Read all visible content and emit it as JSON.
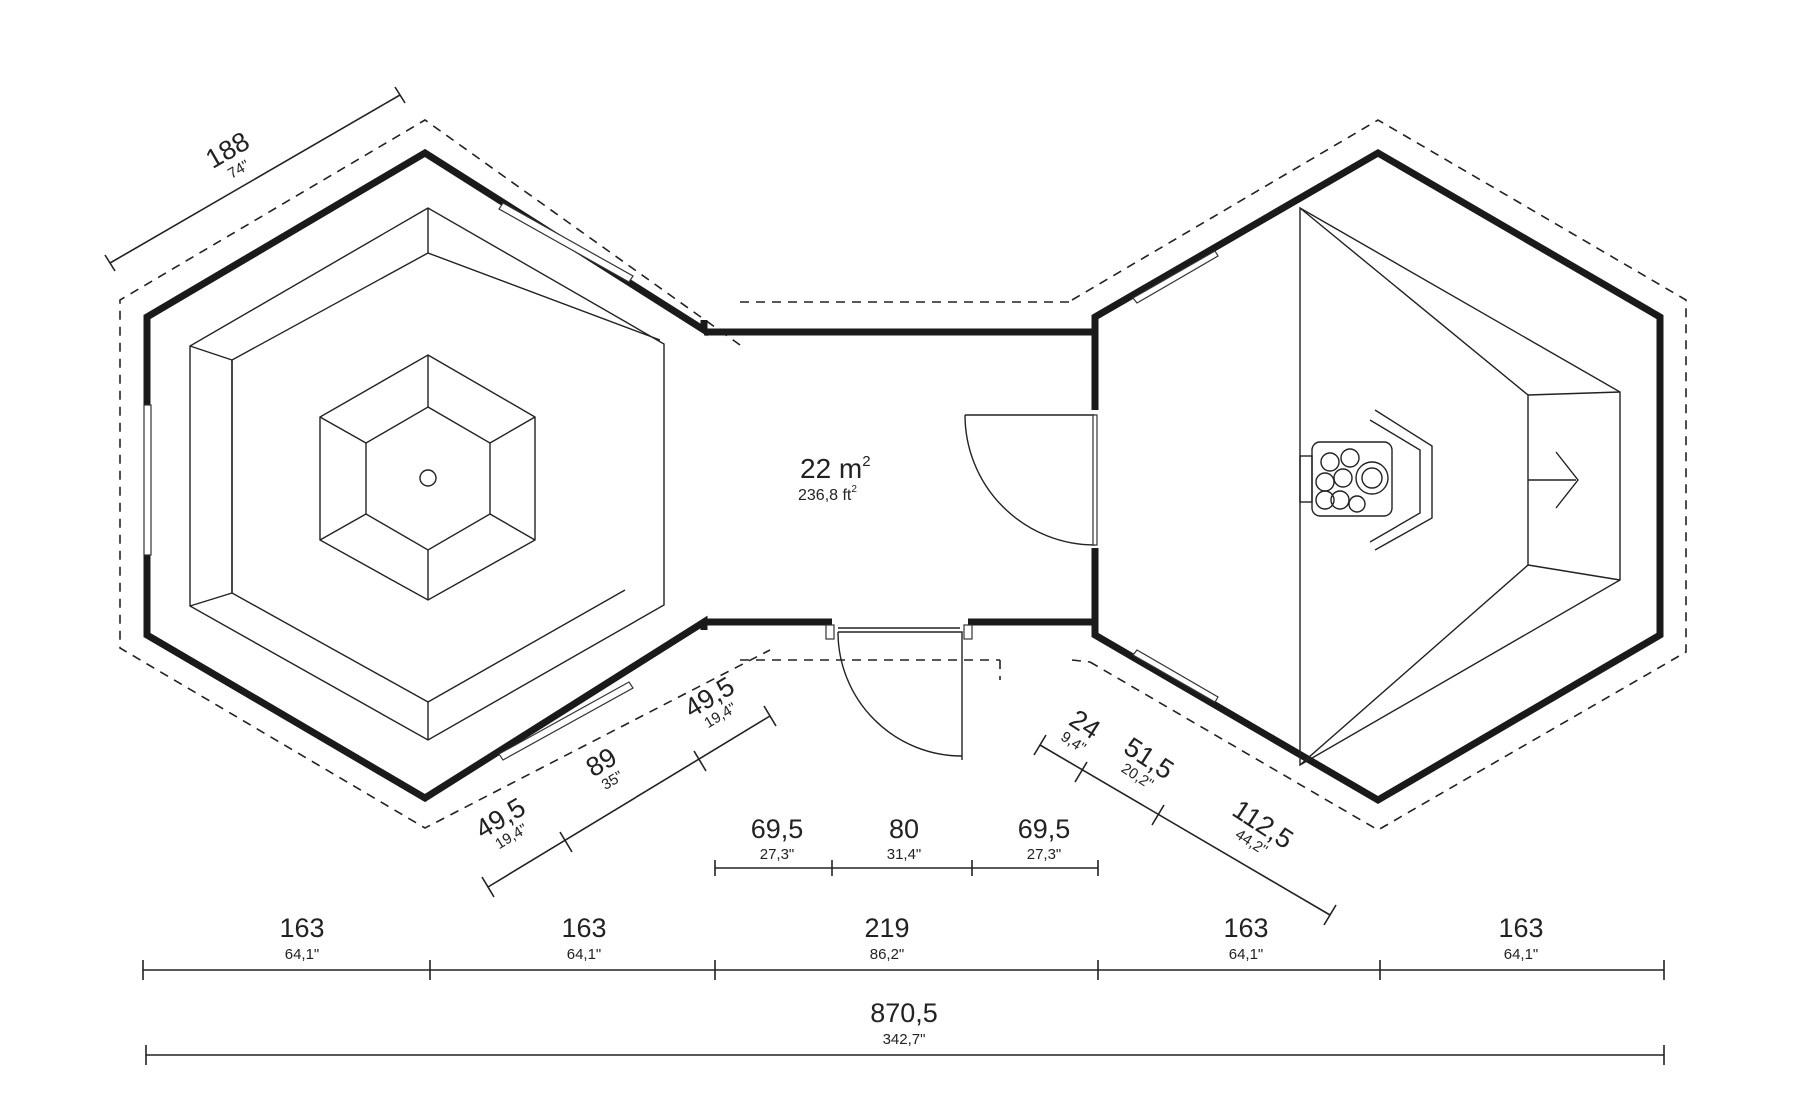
{
  "floor_area": {
    "metric": "22 m",
    "metric_exp": "2",
    "imperial": "236,8 ft",
    "imperial_exp": "2"
  },
  "dimensions": {
    "side_length": {
      "cm": "188",
      "in": "74\""
    },
    "window_left_upper": {
      "cm": "49,5",
      "in": "19,4\""
    },
    "window_middle": {
      "cm": "89",
      "in": "35\""
    },
    "window_left_lower": {
      "cm": "49,5",
      "in": "19,4\""
    },
    "corridor_left": {
      "cm": "69,5",
      "in": "27,3\""
    },
    "door_width": {
      "cm": "80",
      "in": "31,4\""
    },
    "corridor_right": {
      "cm": "69,5",
      "in": "27,3\""
    },
    "right_seg_1": {
      "cm": "24",
      "in": "9,4\""
    },
    "right_seg_2": {
      "cm": "51,5",
      "in": "20,2\""
    },
    "right_seg_3": {
      "cm": "112,5",
      "in": "44,2\""
    },
    "bottom_1": {
      "cm": "163",
      "in": "64,1\""
    },
    "bottom_2": {
      "cm": "163",
      "in": "64,1\""
    },
    "bottom_3": {
      "cm": "219",
      "in": "86,2\""
    },
    "bottom_4": {
      "cm": "163",
      "in": "64,1\""
    },
    "bottom_5": {
      "cm": "163",
      "in": "64,1\""
    },
    "total_length": {
      "cm": "870,5",
      "in": "342,7\""
    }
  },
  "icons": [
    "heater-icon",
    "fire-pit-icon",
    "door-swing-icon",
    "exit-arrow-icon"
  ],
  "colors": {
    "line": "#1a1a1a",
    "background": "#ffffff"
  }
}
